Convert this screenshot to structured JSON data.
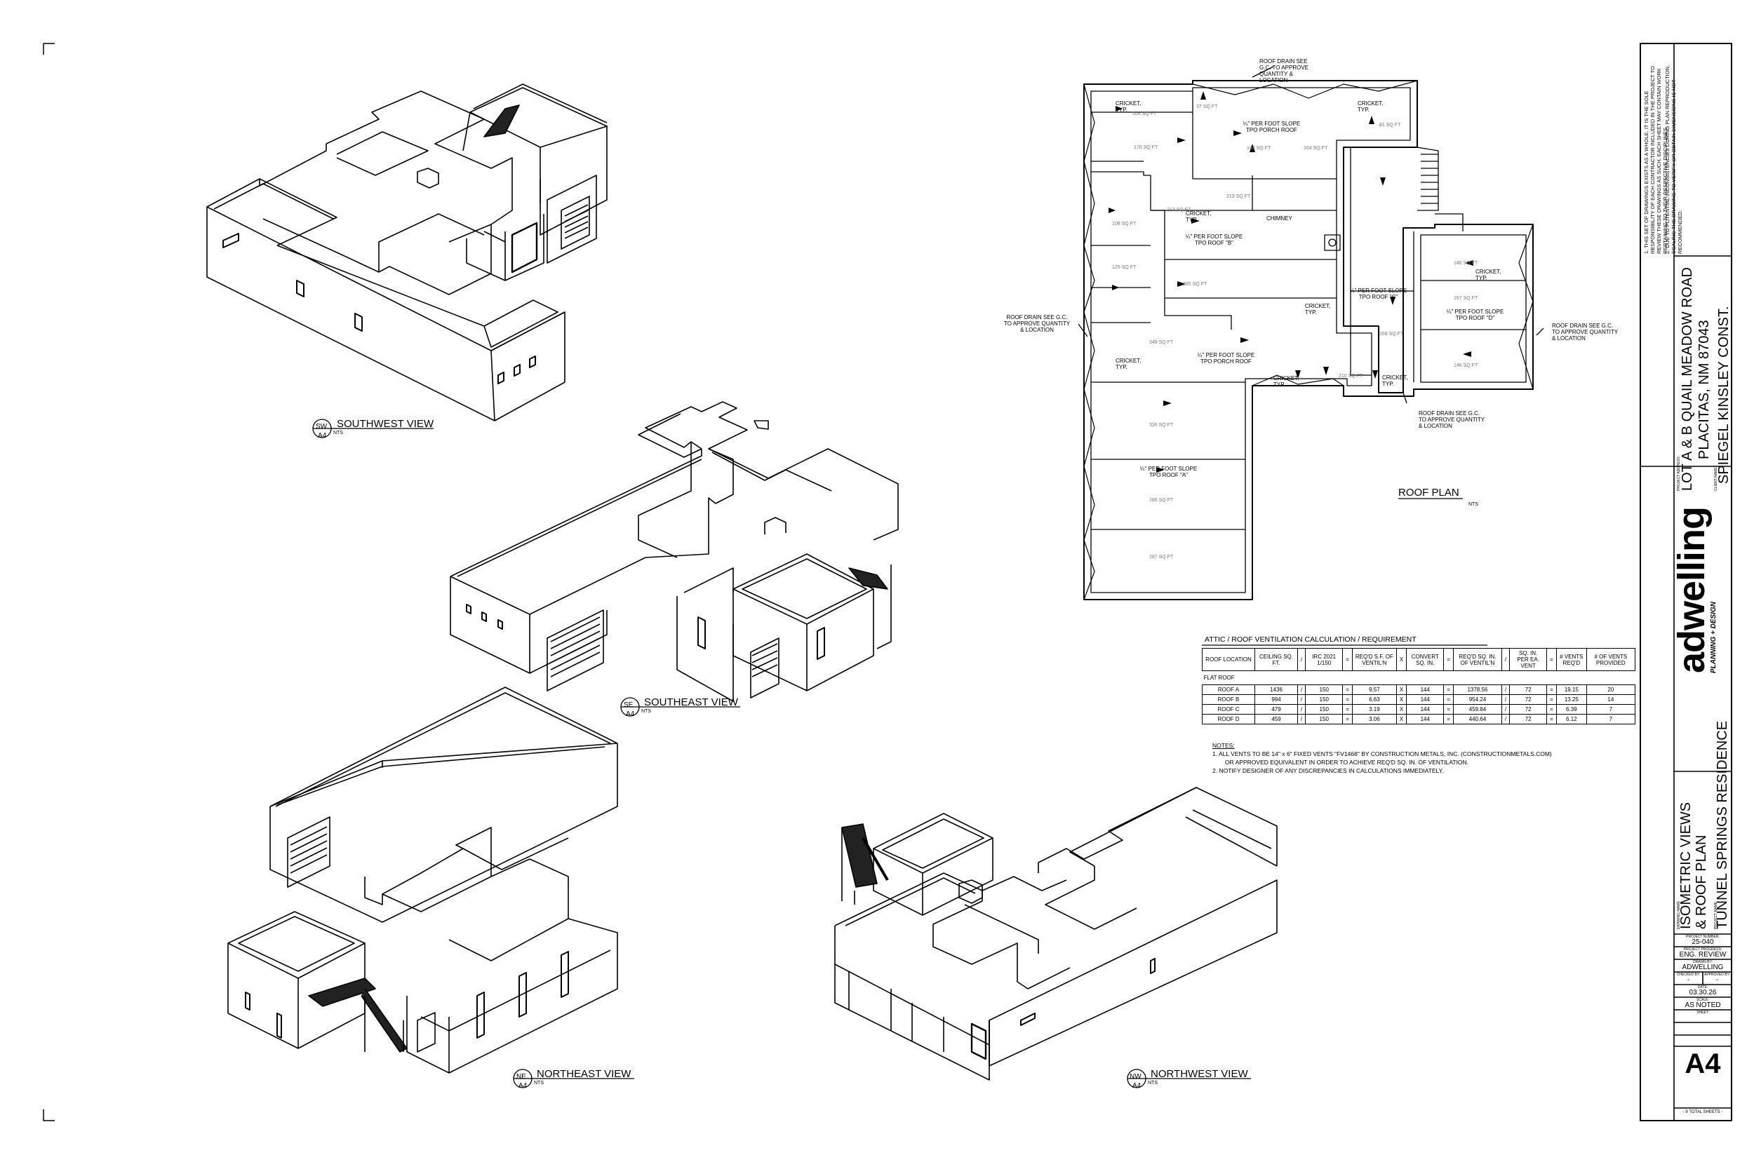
{
  "views": {
    "southwest": {
      "title": "SOUTHWEST VIEW",
      "code": "SW",
      "sheet": "A4",
      "scale": "NTS"
    },
    "southeast": {
      "title": "SOUTHEAST VIEW",
      "code": "SE",
      "sheet": "A4",
      "scale": "NTS"
    },
    "northeast": {
      "title": "NORTHEAST VIEW",
      "code": "NE",
      "sheet": "A4",
      "scale": "NTS"
    },
    "northwest": {
      "title": "NORTHWEST VIEW",
      "code": "NW",
      "sheet": "A4",
      "scale": "NTS"
    }
  },
  "roof_plan": {
    "title": "ROOF PLAN",
    "scale": "NTS",
    "drain_note_top": "ROOF DRAIN SEE G.C. TO APPROVE QUANTITY & LOCATION",
    "drain_note_left": "ROOF DRAIN SEE G.C. TO APPROVE QUANTITY & LOCATION",
    "drain_note_right": "ROOF DRAIN SEE G.C. TO APPROVE QUANTITY & LOCATION",
    "drain_note_bottom": "ROOF DRAIN SEE G.C. TO APPROVE QUANTITY & LOCATION",
    "cricket": "CRICKET, TYP.",
    "chimney": "CHIMNEY",
    "porch_top": "¼\" PER FOOT SLOPE TPO PORCH ROOF",
    "porch_mid": "¼\" PER FOOT SLOPE TPO PORCH ROOF",
    "roof_a": "¼\" PER FOOT SLOPE TPO ROOF \"A\"",
    "roof_b": "¼\" PER FOOT SLOPE TPO ROOF \"B\"",
    "roof_c": "¼\" PER FOOT SLOPE TPO ROOF \"C\"",
    "roof_d": "¼\" PER FOOT SLOPE TPO ROOF \"D\"",
    "areas": [
      "37 SQ FT",
      "106 SQ FT",
      "170 SQ FT",
      "148 SQ FT",
      "164 SQ FT",
      "81 SQ FT",
      "213 SQ FT",
      "108 SQ FT",
      "213 SQ FT",
      "125 SQ FT",
      "285 SQ FT",
      "348 SQ FT",
      "326 SQ FT",
      "286 SQ FT",
      "287 SQ FT",
      "268 SQ FT",
      "210 SQ FT",
      "146 SQ FT",
      "167 SQ FT",
      "146 SQ FT"
    ]
  },
  "ventilation": {
    "title": "ATTIC / ROOF VENTILATION CALCULATION / REQUIREMENT",
    "headers": [
      "ROOF LOCATION",
      "CEILING SQ. FT.",
      "/",
      "IRC 2021 1/150",
      "=",
      "REQ'D S.F. OF VENTIL'N",
      "X",
      "CONVERT SQ. IN.",
      "=",
      "REQ'D SQ. IN. OF VENTIL'N",
      "/",
      "SQ. IN. PER EA. VENT",
      "=",
      "# VENTS REQ'D",
      "# OF VENTS PROVIDED"
    ],
    "group": "FLAT ROOF",
    "rows": [
      [
        "ROOF A",
        "1436",
        "/",
        "150",
        "=",
        "9.57",
        "X",
        "144",
        "=",
        "1378.56",
        "/",
        "72",
        "=",
        "19.15",
        "20"
      ],
      [
        "ROOF B",
        "994",
        "/",
        "150",
        "=",
        "6.63",
        "X",
        "144",
        "=",
        "954.24",
        "/",
        "72",
        "=",
        "13.25",
        "14"
      ],
      [
        "ROOF C",
        "479",
        "/",
        "150",
        "=",
        "3.19",
        "X",
        "144",
        "=",
        "459.84",
        "/",
        "72",
        "=",
        "6.39",
        "7"
      ],
      [
        "ROOF D",
        "459",
        "/",
        "150",
        "=",
        "3.06",
        "X",
        "144",
        "=",
        "440.64",
        "/",
        "72",
        "=",
        "6.12",
        "7"
      ]
    ],
    "notes_title": "NOTES:",
    "note1": "1.   ALL VENTS TO BE 14\" x 6\" FIXED VENTS \"FV1468\" BY CONSTRUCTION METALS, INC. (CONSTRUCTIONMETALS.COM)",
    "note1b": "OR APPROVED EQUIVALENT IN ORDER TO ACHIEVE REQ'D SQ. IN. OF VENTILATION.",
    "note2": "2.   NOTIFY DESIGNER OF ANY DISCREPANCIES IN CALCULATIONS IMMEDIATELY."
  },
  "title_block": {
    "disclaimer1": "1.  THIS SET OF DRAWINGS EXISTS AS A WHOLE. IT IS THE SOLE RESPONSIBILITY OF EACH CONTRACTOR INCLUDED IN THE PROJECT TO REVIEW THESE DRAWINGS AS SUCH. EACH SHEET MAY CONTAIN WORK PERTAINING TO THEIR RESPECTIVE DISCIPLINES.",
    "disclaimer2": "2.  DUE TO POTENTIAL INCONSISTENCIES DURING PLAN REPRODUCTION, SCALING THE DRAWING TO VERIFY OR OBTAIN DIMENSIONS IS NOT RECOMMENDED.",
    "address_label": "PROJECT ADDRESS:",
    "address1": "LOT A & B QUAIL MEADOW ROAD",
    "address2": "PLACITAS, NM 87043",
    "client_label": "CLIENT NAME:",
    "client": "SPIEGEL KINSLEY CONST.",
    "logo": "adwelling",
    "logo_sub": "PLANNING + DESIGN",
    "project_label": "PROJECT NAME:",
    "project": "TUNNEL SPRINGS RESIDENCE",
    "drawing_label": "DRAWING NAME:",
    "drawing1": "ISOMETRIC VIEWS",
    "drawing2": "& ROOF PLAN",
    "project_number_label": "PROJECT NUMBER:",
    "project_number": "25-040",
    "progress_label": "PROJECT PROGRESS:",
    "progress": "ENG. REVIEW",
    "drawn_label": "DRAWN BY:",
    "drawn": "ADWELLING",
    "checked_label": "CHECKED BY:",
    "checked": "-",
    "approved_label": "APPROVED BY:",
    "approved": "-",
    "date_label": "DATE:",
    "date": "03.30.26",
    "scale_label": "SCALE:",
    "scale": "AS NOTED",
    "sheet_label": "SHEET:",
    "sheet": "A4",
    "total": "- 9 TOTAL SHEETS -"
  }
}
